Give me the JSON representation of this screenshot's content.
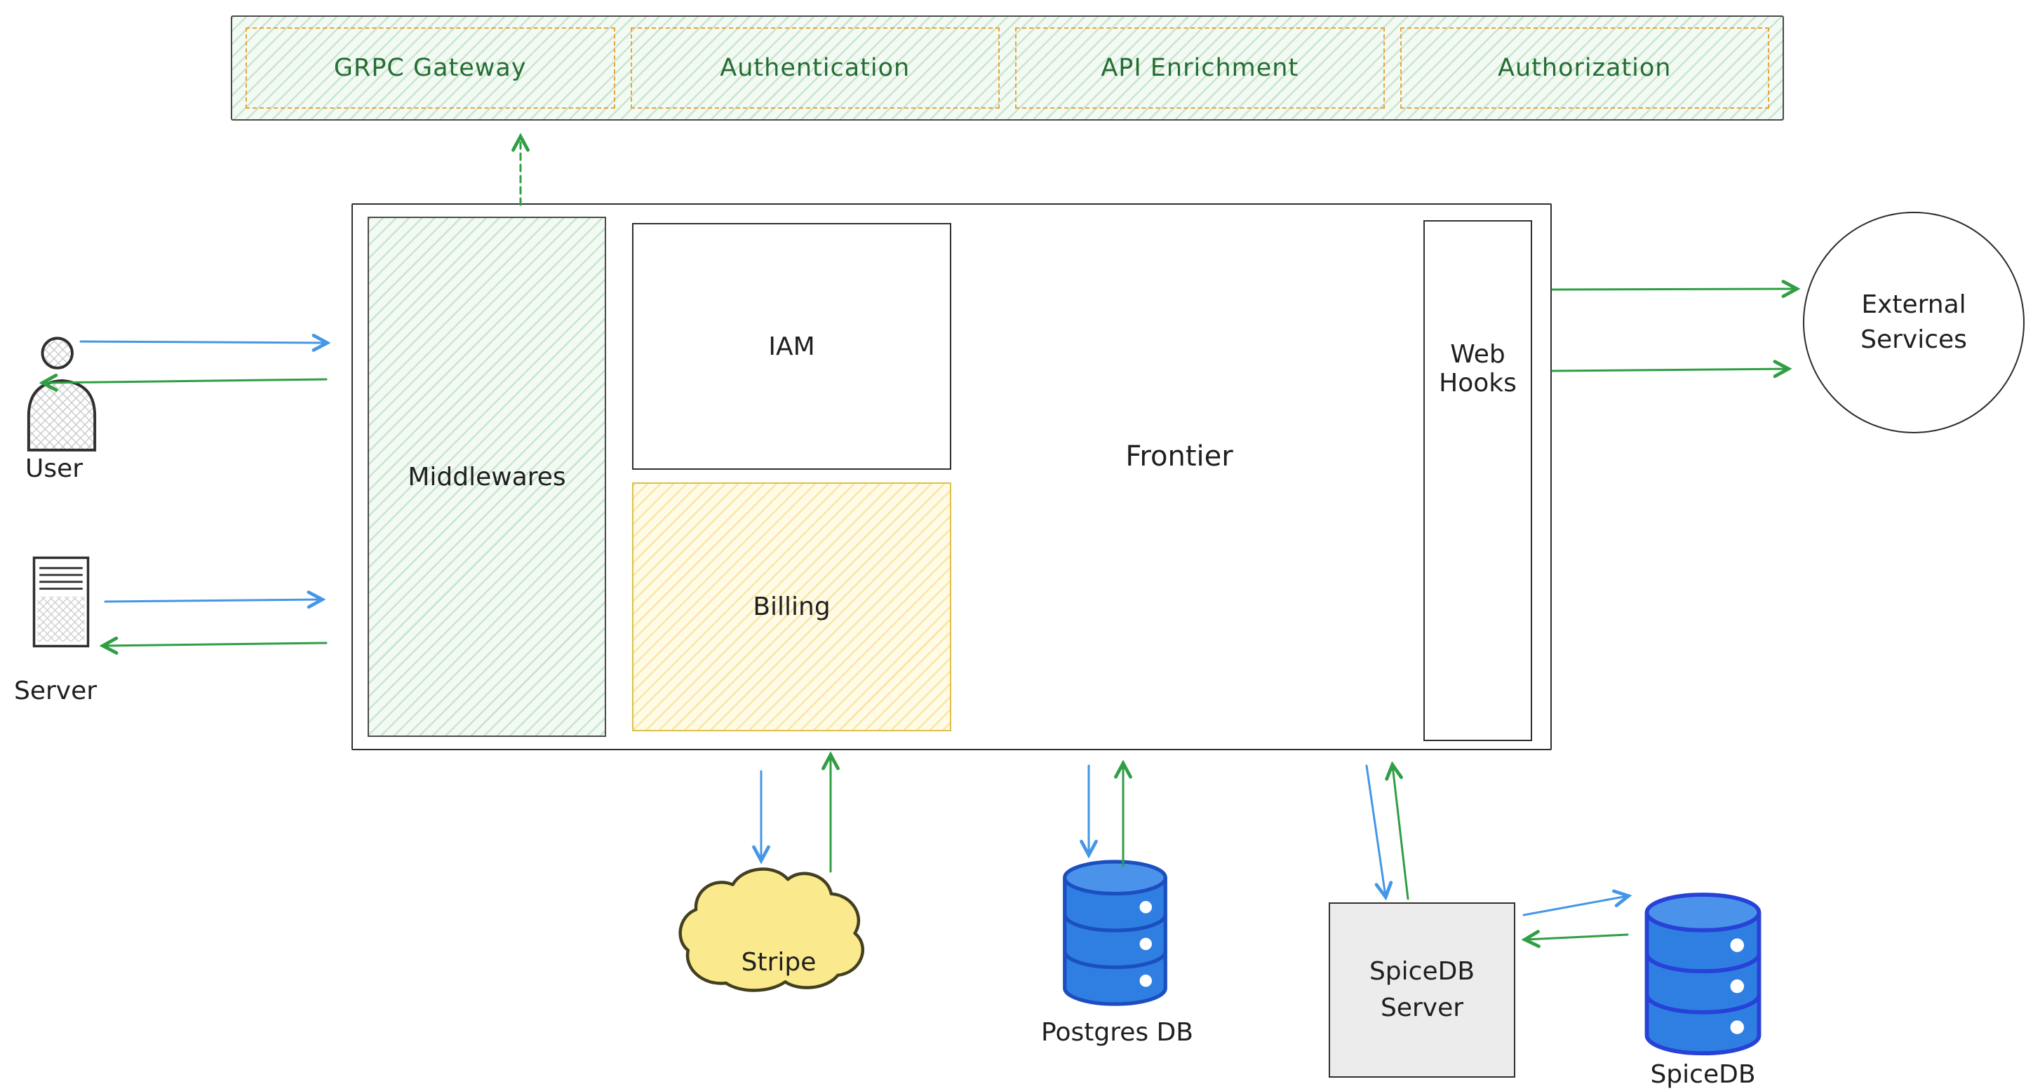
{
  "topbar": {
    "items": [
      {
        "label": "GRPC Gateway"
      },
      {
        "label": "Authentication"
      },
      {
        "label": "API Enrichment"
      },
      {
        "label": "Authorization"
      }
    ]
  },
  "actors": {
    "user_label": "User",
    "server_label": "Server"
  },
  "core": {
    "middlewares": "Middlewares",
    "iam": "IAM",
    "billing": "Billing",
    "frontier": "Frontier",
    "webhooks": "Web Hooks"
  },
  "external": {
    "label": "External Services"
  },
  "storage": {
    "stripe": "Stripe",
    "postgres": "Postgres DB",
    "spicedb_server": "SpiceDB Server",
    "spicedb": "SpiceDB"
  },
  "icons": {
    "user": "user-icon",
    "server": "server-icon",
    "stripe": "cloud-icon",
    "postgres": "database-cylinder-icon",
    "spicedb": "database-cylinder-icon"
  },
  "colors": {
    "green_hatch": "#2f9e44",
    "green_fill": "#f3faf4",
    "orange_dashed_border": "#e8a33d",
    "yellow_hatch": "#f0c33c",
    "yellow_fill": "#fffbe6",
    "arrow_blue": "#4596e6",
    "arrow_green": "#2f9e44",
    "db_blue_fill": "#2f7fe3",
    "db_blue_stroke": "#1b4fc0",
    "server_box_fill": "#ececec",
    "ink": "#1f1f1f"
  }
}
